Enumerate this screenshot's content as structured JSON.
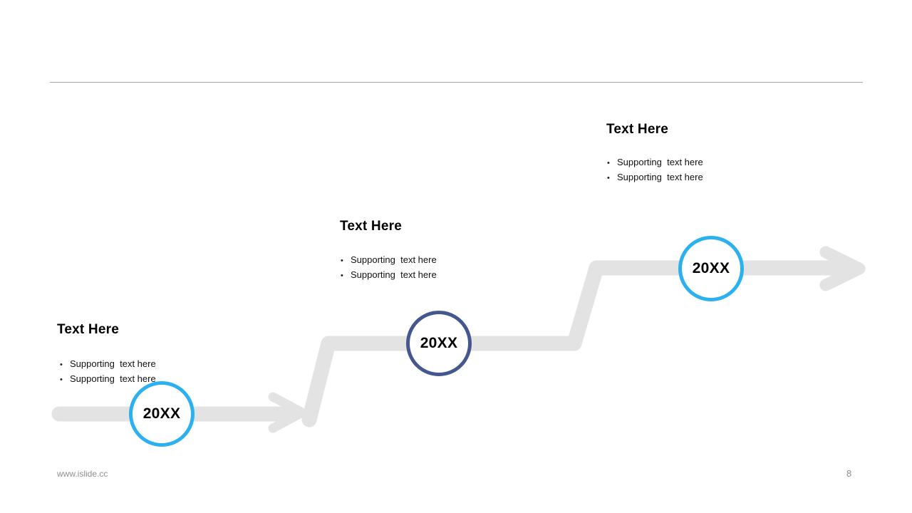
{
  "slide": {
    "bullet_char": "•",
    "divider_color": "#a3a3a3",
    "timeline": {
      "band_color": "#e3e3e3",
      "milestones": [
        {
          "year": "20XX",
          "ring_color": "#2bb0f0",
          "heading": "Text Here",
          "bullets": [
            "Supporting  text here",
            "Supporting  text here"
          ]
        },
        {
          "year": "20XX",
          "ring_color": "#44588f",
          "heading": "Text Here",
          "bullets": [
            "Supporting  text here",
            "Supporting  text here"
          ]
        },
        {
          "year": "20XX",
          "ring_color": "#2bb0f0",
          "heading": "Text Here",
          "bullets": [
            "Supporting  text here",
            "Supporting  text here"
          ]
        }
      ]
    },
    "footer": {
      "url": "www.islide.cc",
      "page_number": "8"
    }
  }
}
